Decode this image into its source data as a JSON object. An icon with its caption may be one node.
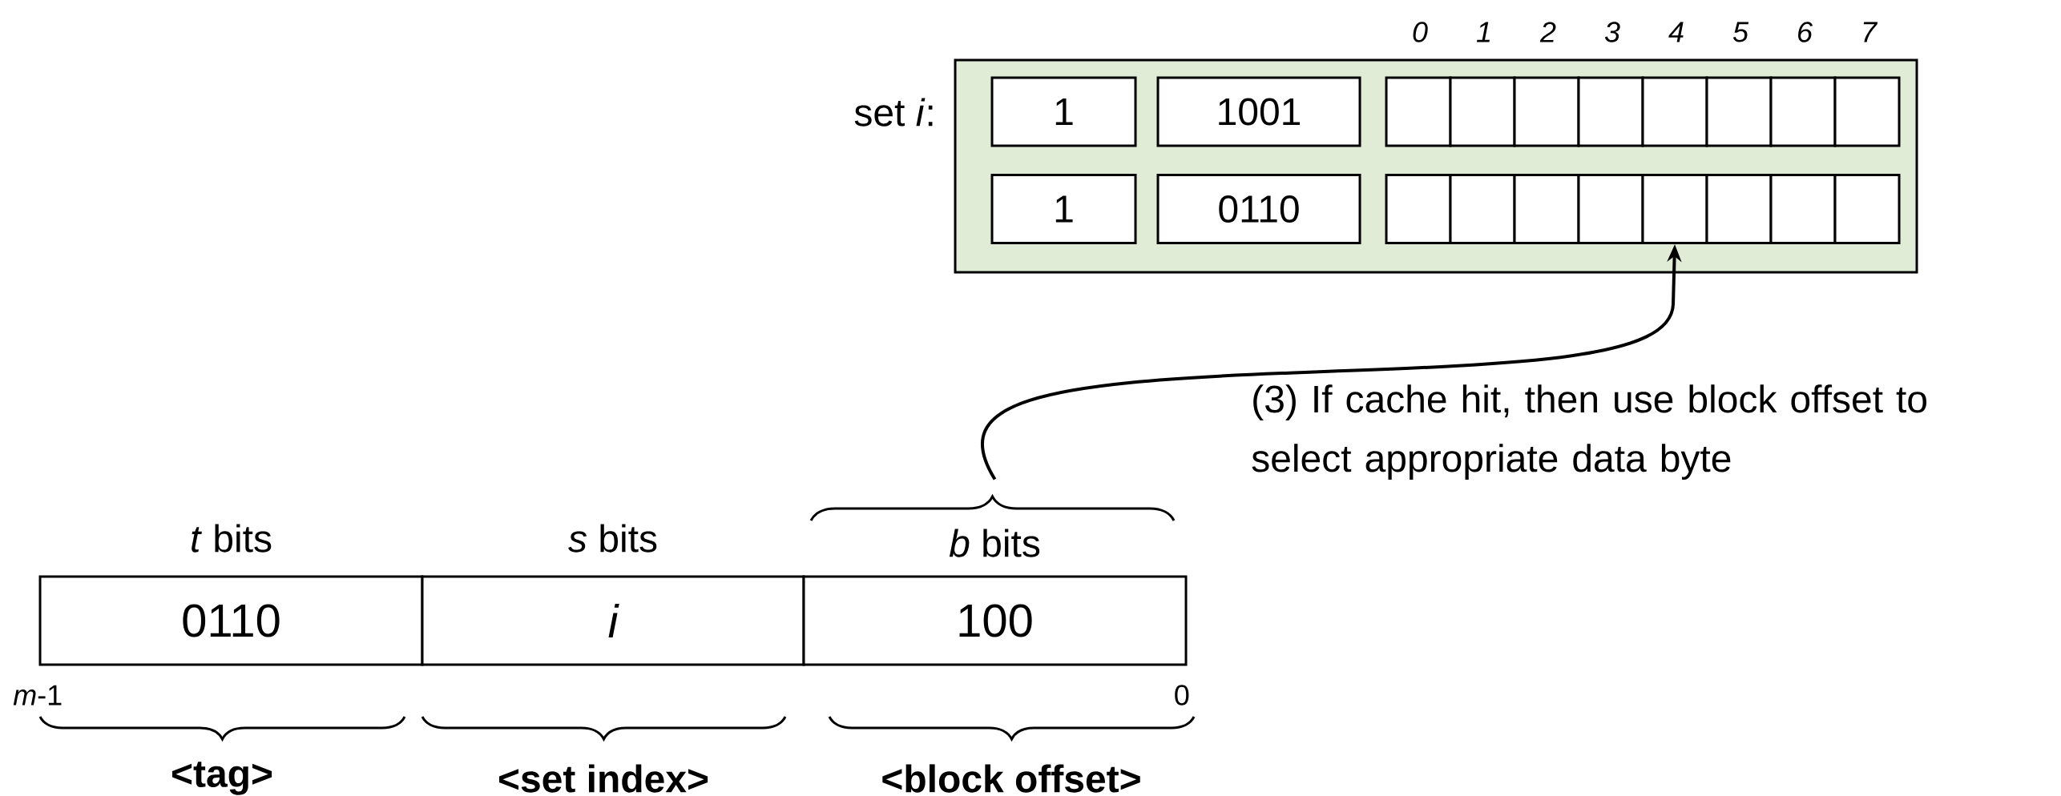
{
  "diagram": {
    "nodes": [
      {
        "text": [],
        "shape": "box",
        "beside": [
          "set *i*:"
        ]
      },
      {
        "text": [
          "1"
        ],
        "in": 0
      },
      {
        "text": [
          "1001"
        ],
        "in": 0
      },
      {
        "text": [],
        "shape": "box",
        "in": 0
      },
      {
        "text": [],
        "shape": "box",
        "in": 0
      },
      {
        "text": [],
        "shape": "box",
        "in": 0
      },
      {
        "text": [],
        "shape": "box",
        "in": 0
      },
      {
        "text": [],
        "shape": "box",
        "in": 0
      },
      {
        "text": [],
        "shape": "box",
        "in": 0
      },
      {
        "text": [],
        "shape": "box",
        "in": 0
      },
      {
        "text": [],
        "shape": "box",
        "in": 0
      },
      {
        "text": [
          "1"
        ],
        "in": 0
      },
      {
        "text": [
          "0110"
        ],
        "in": 0
      },
      {
        "text": [],
        "shape": "box",
        "in": 0
      },
      {
        "text": [],
        "shape": "box",
        "in": 0
      },
      {
        "text": [],
        "shape": "box",
        "in": 0
      },
      {
        "text": [],
        "shape": "box",
        "in": 0
      },
      {
        "text": [],
        "shape": "box",
        "in": 0
      },
      {
        "text": [],
        "shape": "box",
        "in": 0
      },
      {
        "text": [],
        "shape": "box",
        "in": 0
      },
      {
        "text": [],
        "shape": "box",
        "in": 0
      },
      {
        "text": [
          "0110"
        ],
        "beside": [
          "*t* bits",
          "<tag>"
        ]
      },
      {
        "text": [
          "i"
        ],
        "beside": [
          "*s* bits",
          "<set index>"
        ]
      },
      {
        "text": [
          "100"
        ],
        "beside": [
          "*b* bits",
          "<block offset>"
        ]
      }
    ],
    "edges": [
      {
        "from": 23,
        "to": 17,
        "arrow": "to",
        "label": "(3) If cache hit, then use block offset to select appropriate data byte"
      }
    ],
    "labels": [
      "0",
      "1",
      "2",
      "3",
      "4",
      "5",
      "6",
      "7",
      "*m*-1",
      "0"
    ]
  }
}
